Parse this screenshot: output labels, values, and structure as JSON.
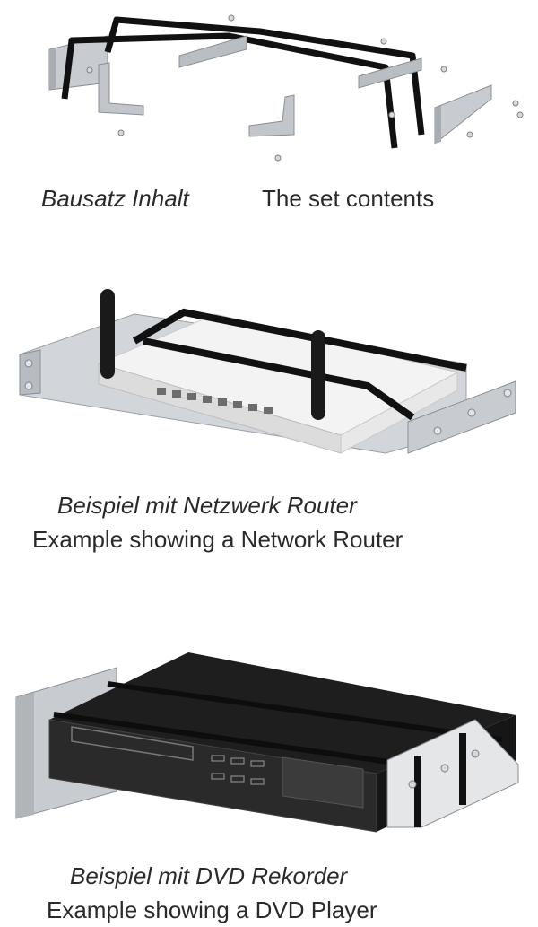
{
  "section1": {
    "label_de": "Bausatz Inhalt",
    "label_en": "The set contents"
  },
  "section2": {
    "label_de": "Beispiel mit Netzwerk Router",
    "label_en": "Example showing a Network Router"
  },
  "section3": {
    "label_de": "Beispiel mit DVD Rekorder",
    "label_en": "Example showing a DVD Player"
  }
}
